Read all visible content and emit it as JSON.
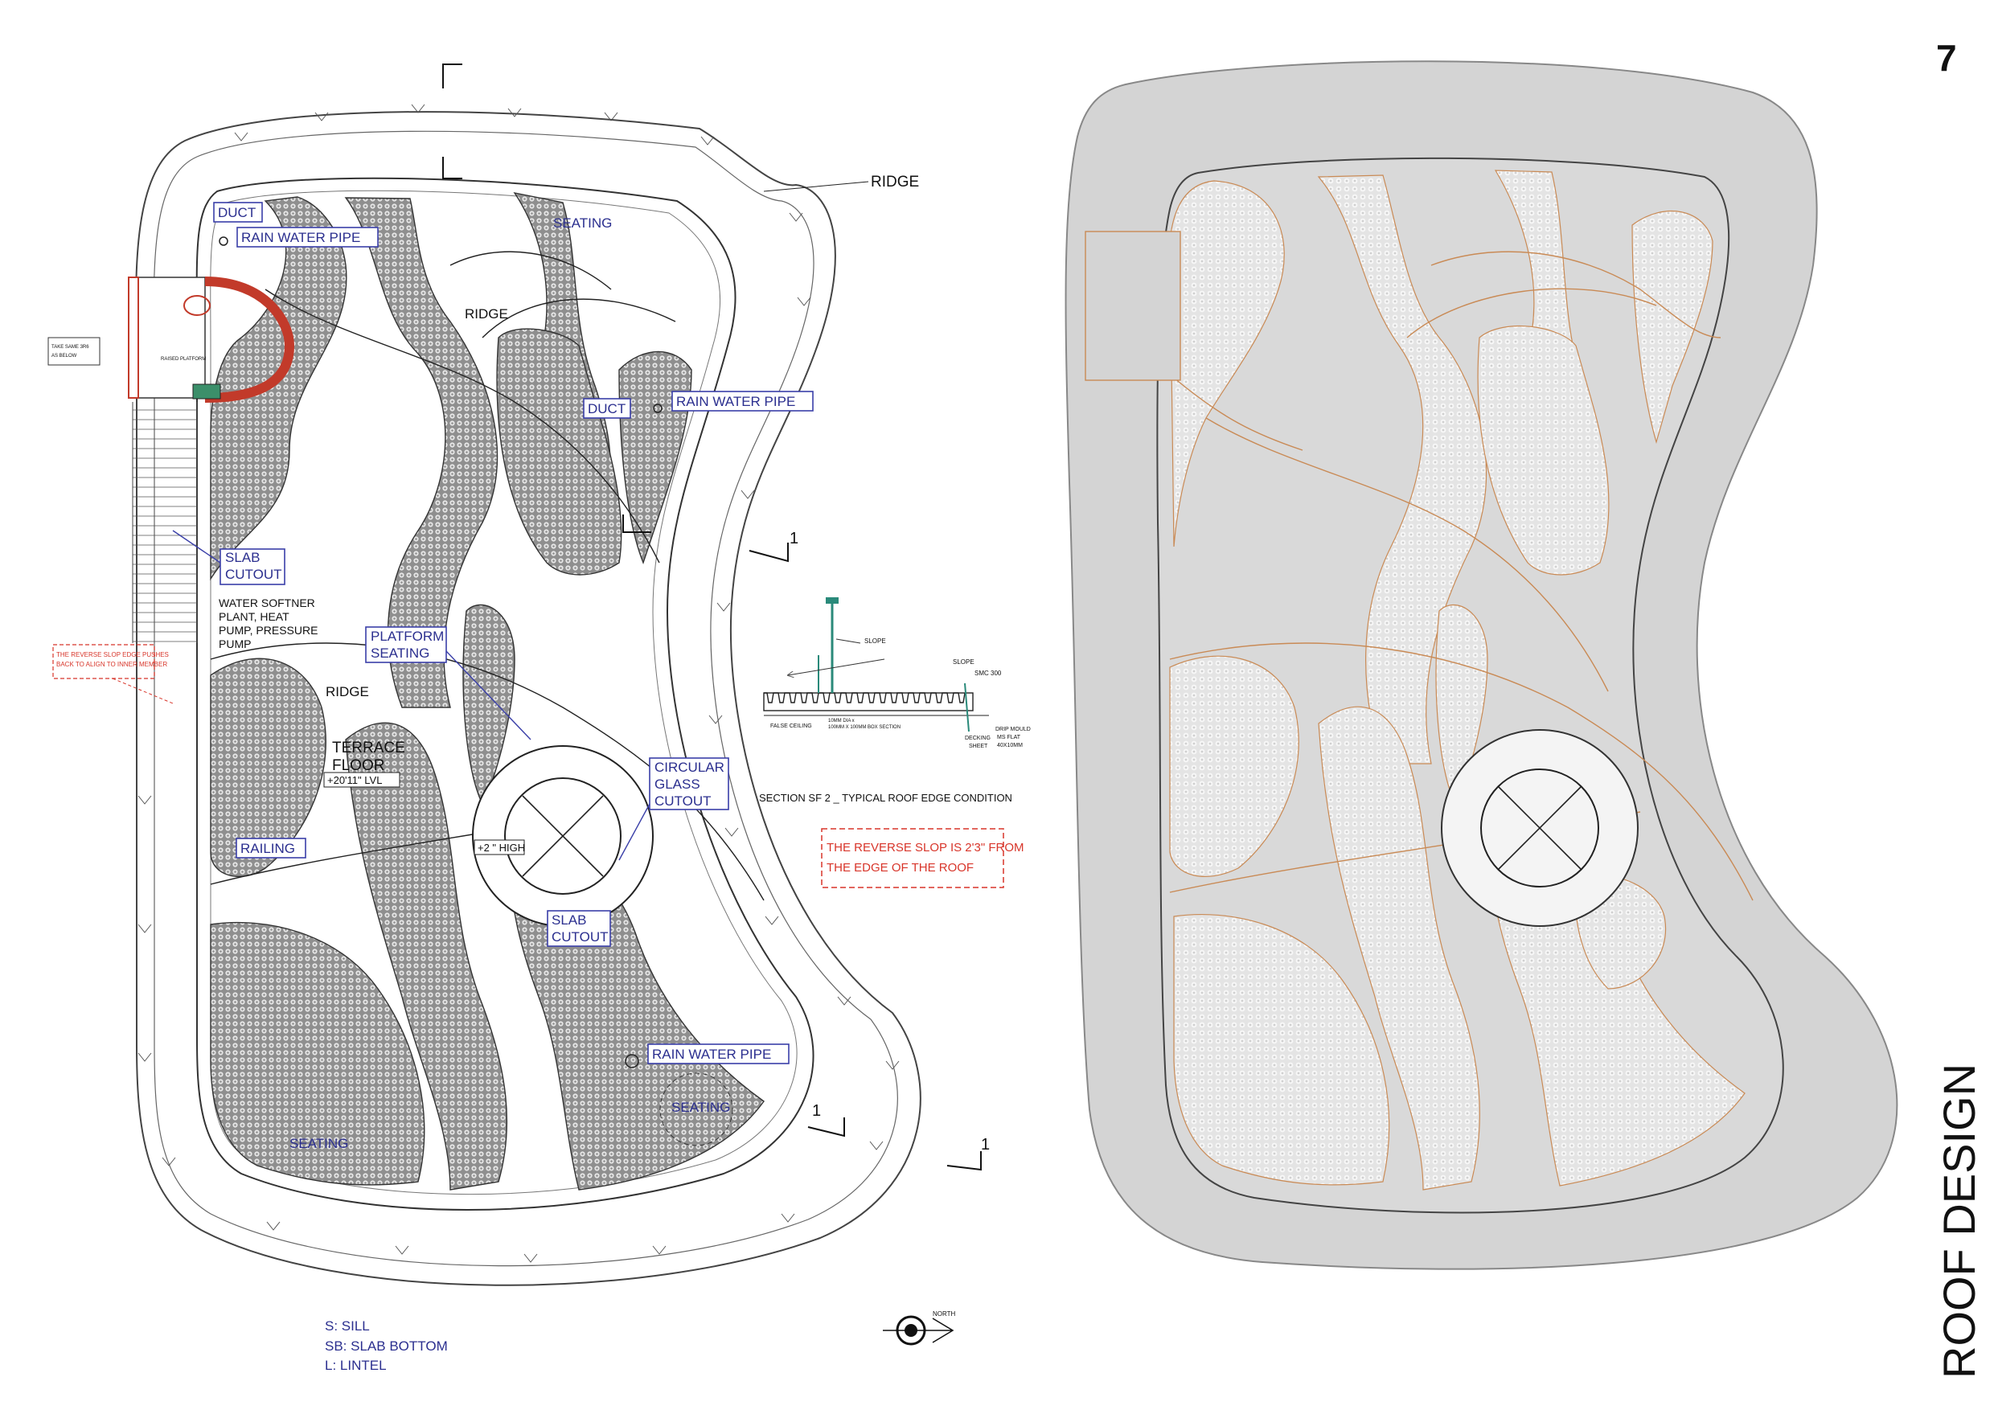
{
  "page": {
    "number": "7",
    "title": "ROOF DESIGN"
  },
  "plan_labels": {
    "ridge_top": "RIDGE",
    "ridge_mid": "RIDGE",
    "ridge_left": "RIDGE",
    "seating_top": "SEATING",
    "seating_bottom_left": "SEATING",
    "seating_bottom_right": "SEATING",
    "duct_1": "DUCT",
    "rain_water_pipe_1": "RAIN WATER PIPE",
    "duct_2": "DUCT",
    "rain_water_pipe_2": "RAIN WATER PIPE",
    "rain_water_pipe_3": "RAIN WATER PIPE",
    "slab_cutout_1": [
      "SLAB",
      "CUTOUT"
    ],
    "slab_cutout_2": [
      "SLAB",
      "CUTOUT"
    ],
    "water_softener": [
      "WATER SOFTNER",
      "PLANT, HEAT",
      "PUMP, PRESSURE",
      "PUMP"
    ],
    "platform_seating": [
      "PLATFORM",
      "SEATING"
    ],
    "terrace_floor": [
      "TERRACE",
      "FLOOR"
    ],
    "terrace_level": "+20'11\" LVL",
    "circular_glass_cutout": [
      "CIRCULAR",
      "GLASS",
      "CUTOUT"
    ],
    "railing": "RAILING",
    "high_note": "+2 \" HIGH",
    "raised_platform": "RAISED PLATFORM",
    "take_same_note": [
      "TAKE SAME 3R6",
      "AS BELOW"
    ],
    "reverse_slope_small": [
      "THE REVERSE SLOP EDGE PUSHES",
      "BACK TO ALIGN TO INNER MEMBER"
    ],
    "section_marker": "1",
    "north": "NORTH"
  },
  "section_detail": {
    "title": "SECTION SF 2 _ TYPICAL ROOF EDGE CONDITION",
    "slope_1": "SLOPE",
    "slope_2": "SLOPE",
    "smc": "SMC 300",
    "false_ceiling": "FALSE CEILING",
    "decking_sheet": [
      "DECKING",
      "SHEET"
    ],
    "drip_mould": [
      "DRIP MOULD",
      "MS FLAT",
      "40X10MM"
    ],
    "section_note": [
      "10MM DIA x",
      "100MM X 100MM BOX SECTION"
    ]
  },
  "reverse_slope_note": [
    "THE REVERSE SLOP IS 2'3\" FROM",
    "THE EDGE OF THE ROOF"
  ],
  "legend": [
    "S: SILL",
    "SB: SLAB BOTTOM",
    "L: LINTEL"
  ],
  "colors": {
    "ink_blue": "#2b2f8f",
    "note_red": "#d8352a",
    "render_grey": "#d9d9d9",
    "render_outline": "#c98a55"
  }
}
